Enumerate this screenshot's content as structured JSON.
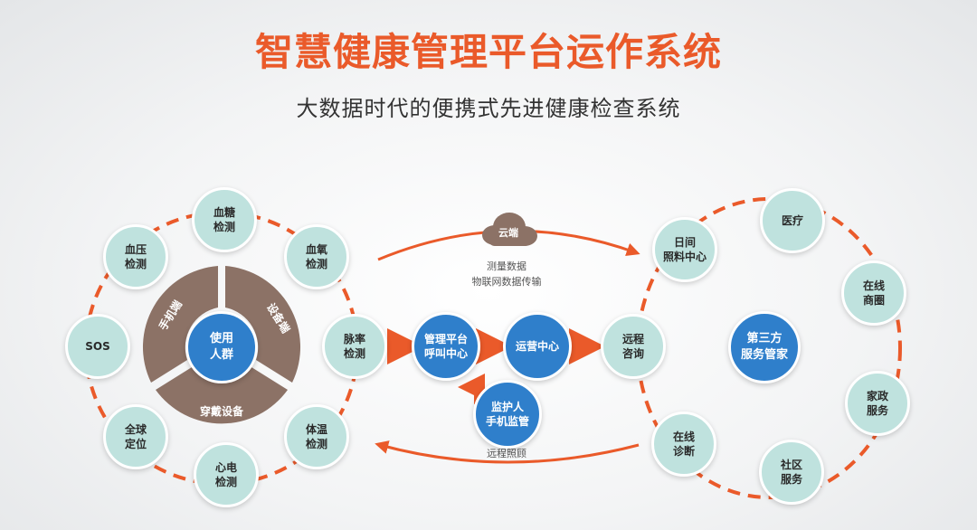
{
  "header": {
    "title": "智慧健康管理平台运作系统",
    "subtitle": "大数据时代的便携式先进健康检查系统"
  },
  "colors": {
    "accent_orange": "#ea5a2a",
    "node_teal": "#bfe2de",
    "node_blue": "#2f7fcb",
    "ring_brown": "#8c7266"
  },
  "left_cluster": {
    "nodes": [
      {
        "label": "血糖\n检测"
      },
      {
        "label": "血氧\n检测"
      },
      {
        "label": "脉率\n检测"
      },
      {
        "label": "体温\n检测"
      },
      {
        "label": "心电\n检测"
      },
      {
        "label": "全球\n定位"
      },
      {
        "label": "SOS"
      },
      {
        "label": "血压\n检测"
      }
    ],
    "ring_segments": [
      "手机端",
      "设备端",
      "穿戴设备"
    ],
    "center": "使用\n人群"
  },
  "middle": {
    "cloud": "云端",
    "top_caption": "测量数据\n物联网数据传输",
    "bottom_caption": "远程照顾",
    "call_center": "管理平台\n呼叫中心",
    "ops_center": "运营中心",
    "guardian": "监护人\n手机监管"
  },
  "right_cluster": {
    "nodes": [
      {
        "label": "日间\n照料中心"
      },
      {
        "label": "医疗"
      },
      {
        "label": "在线\n商圈"
      },
      {
        "label": "家政\n服务"
      },
      {
        "label": "社区\n服务"
      },
      {
        "label": "在线\n诊断"
      },
      {
        "label": "远程\n咨询"
      }
    ],
    "center": "第三方\n服务管家"
  }
}
